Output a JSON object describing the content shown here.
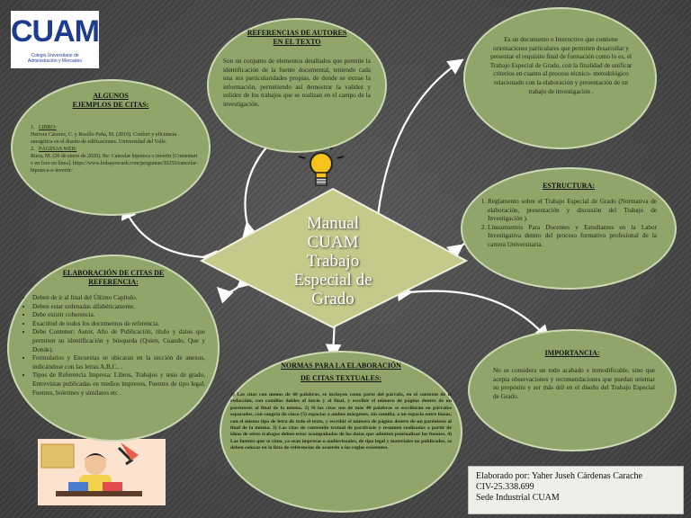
{
  "logo": {
    "name": "CUAM",
    "sub1": "Colegio Universitario de",
    "sub2": "Administración y Mercadeo"
  },
  "center": {
    "title_lines": [
      "Manual",
      "CUAM",
      "Trabajo",
      "Especial de",
      "Grado"
    ]
  },
  "referencias": {
    "title_lines": [
      "REFERENCIAS DE AUTORES",
      "EN EL TEXTO"
    ],
    "text": "Son un conjunto de elementos detallados que permite la identificación de la fuente documental, teniendo cada una sus particularidades propias, de donde se extrae la información, permitiendo así demostrar la validez y solidez de los trabajos que se realizan en el campo de la investigación."
  },
  "definicion": {
    "text": "Es un documento o Instructivo que contiene orientaciones particulares que permiten desarrollar y presentar el requisito final de formación como lo es, el Trabajo Especial de Grado, con la finalidad de unificar criterios en cuanto al proceso técnico- metodológico relacionado con la elaboración y presentación de un trabajo de investigación ."
  },
  "ejemplos": {
    "title_lines": [
      "ALGUNOS",
      "EJEMPLOS DE CITAS:"
    ],
    "item1_label": "LIBRO:",
    "item1_text": "Herrera Cáceres, C. y Rosillo Peña, M. (2019). Confort y eficiencia energética en el diseño de edificaciones. Universidad del Valle.",
    "item2_label": "PÁGINAS WEB:",
    "item2_text": "Riera, M. (20 de enero de 2020). Re: Cancelar hipoteca o invertir [Comentario en foro en línea]. https://www.bolsayrecash.com/preguntas/30255/cancelar-hipoteca-o-invertir/"
  },
  "estructura": {
    "title": "ESTRUCTURA:",
    "items": [
      "Reglamento sobre el Trabajo Especial de Grado (Normativa de elaboración, presentación y discusión del Trabajo de Investigación ).",
      "Lineamientos Para Docentes y Estudiantes en la Labor Investigativa dentro del proceso formativo profesional de la carrera Universitaria."
    ]
  },
  "elaboracion": {
    "title_lines": [
      "ELABORACIÓN DE CITAS DE",
      "REFERENCIA:"
    ],
    "items": [
      "Deben de ir al final del Último Capítulo.",
      "Deben estar ordenadas alfabéticamente.",
      "Debe existir coherencia.",
      "Exactitud de todos los documentos de referencia.",
      "Debe Contener: Autor, Año de Publicación, título y datos que permiten su identificación y búsqueda (Quien, Cuando, Que y Donde).",
      "Formularios y Encuestas se ubicaran en la sección de anexos, indicándose con las letras A,B,C…",
      "Tipos de Referencia Impresa: Libros, Trabajos y tesis de grado, Entrevistas publicadas en medios impresos, Fuentes de tipo legal, Fuentes, boletines y similares etc ."
    ]
  },
  "normas": {
    "title_lines": [
      "NORMAS PARA LA ELABORACIÓN",
      "DE CITAS TEXTUALES:"
    ],
    "text": "1) Las citas con menos de 40 palabras, se incluyen como parte del párrafo, en el contexto de la redacción, con comillas dobles al inicio y al final, y escribir el número de página dentro de un paréntesis al final de la misma. 2) Si las citas son de más 40 palabras se escribirán en párrafos separados, con sangría de cinco (5) espacios a ambos márgenes, sin comilla, a un espacio entre líneas, con el mismo tipo de letra de todo el texto, y escribir el número de página dentro de un paréntesis al final de la misma. 3) Las citas de contenido textual de paráfrasis y resumen realizadas a partir de ideas de otros trabajos deben estar acompañadas de los datos que admiten puntualizar las fuentes. 4) Las fuentes que se citen, ya sean impresas o audiovisuales, de tipo legal y materiales no publicados, se deben colocar en la lista de referencias de acuerdo a las reglas existentes."
  },
  "importancia": {
    "title": "IMPORTANCIA:",
    "text": "No se considera un todo acabado e inmodificable, sino que acepta observaciones y recomendaciones que puedan orientar su propósito y ser más útil en el diseño del Trabajo Especial de Grado."
  },
  "author": {
    "line1": "Elaborado por: Yaher Juseh Cárdenas Carache",
    "line2": "CIV-25.338.699",
    "line3": "Sede Industrial CUAM"
  },
  "colors": {
    "oval_fill": "#8fa569",
    "diamond_fill": "#c6c98a",
    "background": "#4a4a4a"
  }
}
